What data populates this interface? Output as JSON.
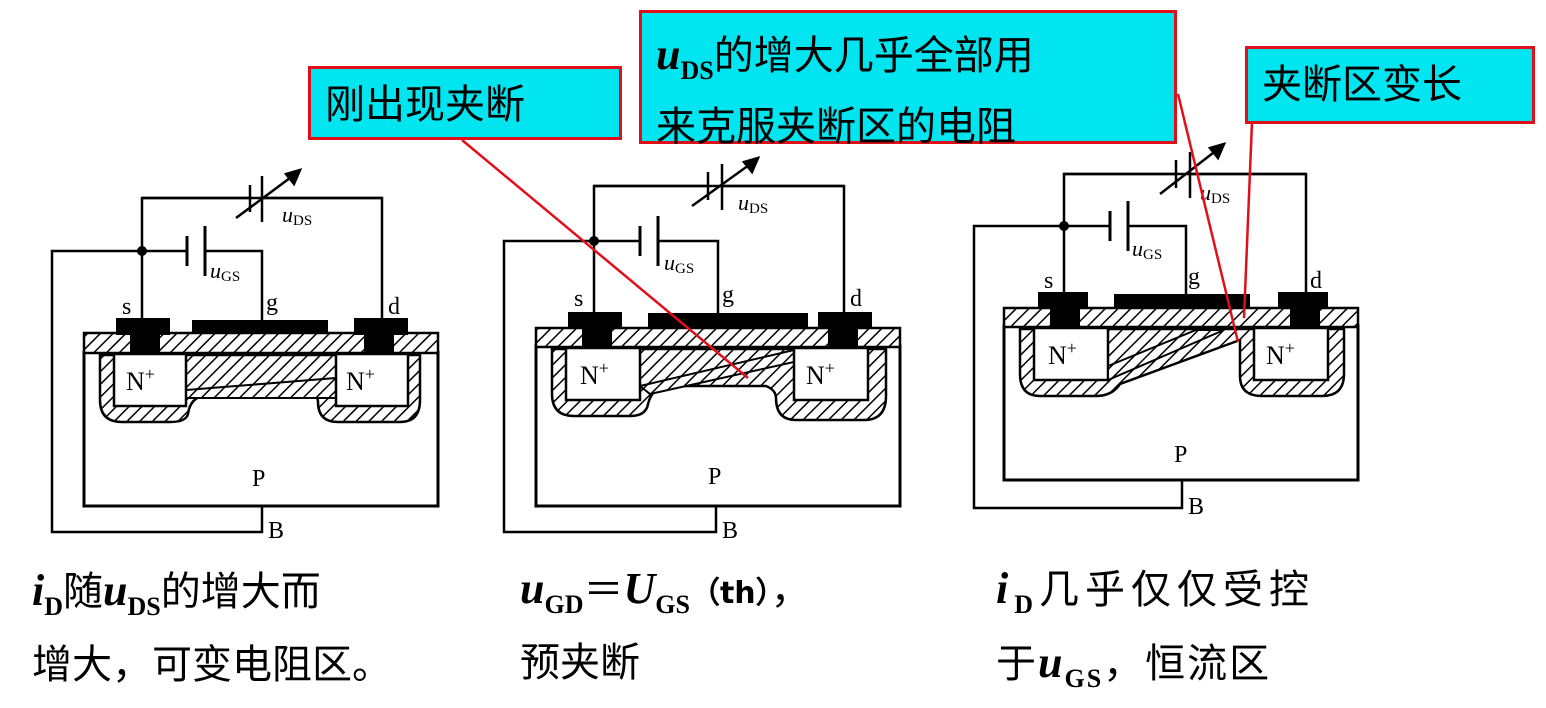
{
  "callouts": {
    "c1": "刚出现夹断",
    "c2_line2": "来克服夹断区的电阻",
    "c2_suffix": "的增大几乎全部用",
    "c3": "夹断区变长"
  },
  "labels": {
    "s": "s",
    "g": "g",
    "d": "d",
    "B": "B",
    "P": "P",
    "N": "N",
    "plus": "+",
    "u": "u",
    "DS": "DS",
    "GS": "GS"
  },
  "captions": {
    "a_i": "i",
    "a_D": "D",
    "a_mid": "随",
    "a_u": "u",
    "a_DS": "DS",
    "a_end": "的增大而",
    "a_line2": "增大，可变电阻区。",
    "b_u": "u",
    "b_GD": "GD",
    "b_eq": "＝",
    "b_U": "U",
    "b_GS": "GS",
    "b_th": "（th）",
    "b_comma": "，",
    "b_line2": "预夹断",
    "c_i": "i",
    "c_D": "D",
    "c_end": "几乎仅仅受控",
    "c_yu": "于",
    "c_u": "u",
    "c_GS": "GS",
    "c_line2end": "，恒流区"
  },
  "colors": {
    "callout_bg": "#00e5ef",
    "callout_border": "#e0101a",
    "pointer": "#e0101a"
  }
}
